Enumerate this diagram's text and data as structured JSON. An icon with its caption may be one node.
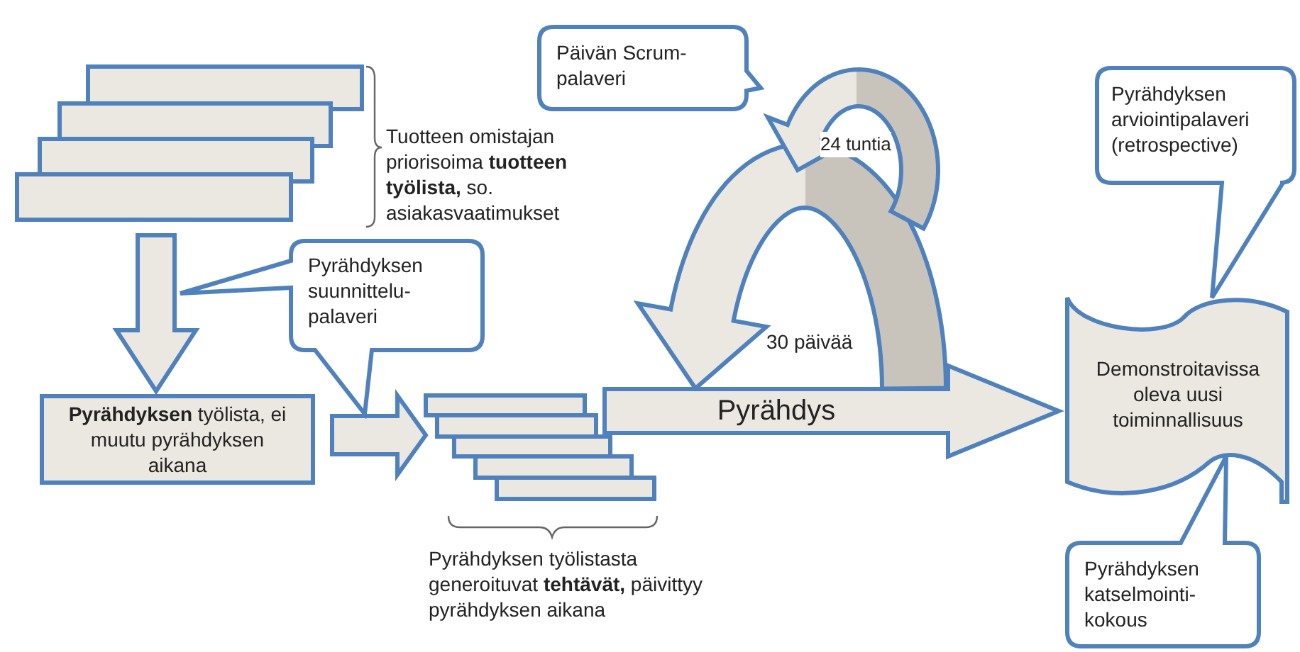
{
  "diagram": {
    "nodes": [
      {
        "text": [],
        "shape": "box",
        "beside": [
          "Tuotteen omistajan priorisoima **tuotteen työlista,** so. asiakasvaatimukset"
        ]
      },
      {
        "text": [
          "**Pyrähdyksen** työlista, ei muutu pyrähdyksen aikana"
        ]
      },
      {
        "text": [],
        "shape": "box",
        "beside": [
          "Pyrähdyksen työlistasta generoituvat **tehtävät,** päivittyy pyrähdyksen aikana"
        ]
      },
      {
        "text": [
          "Demonstroitavissa oleva uusi toiminnallisuus"
        ]
      },
      {
        "text": [
          "Pyrähdyksen suunnittelu-palaveri"
        ]
      },
      {
        "text": [
          "Päivän Scrum-palaveri"
        ]
      },
      {
        "text": [
          "Pyrähdyksen arviointipalaveri (retrospective)"
        ]
      },
      {
        "text": [
          "Pyrähdyksen katselmointi-kokous"
        ]
      },
      {
        "text": [],
        "shape": "arrow",
        "beside": [
          "30 päivää"
        ]
      },
      {
        "text": [],
        "shape": "arrow",
        "beside": [
          "24 tuntia"
        ]
      }
    ],
    "edges": [
      {
        "from": 0,
        "to": 1,
        "arrow": "to"
      },
      {
        "from": 1,
        "to": 2,
        "arrow": "to"
      },
      {
        "from": 2,
        "to": 3,
        "arrow": "to",
        "label": "Pyrähdys"
      }
    ]
  }
}
